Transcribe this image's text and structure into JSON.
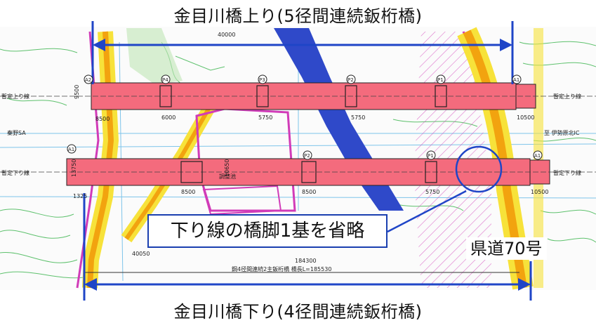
{
  "titles": {
    "top": "金目川橋上り(5径間連続鈑桁橋)",
    "bottom": "金目川橋下り(4径間連続鈑桁橋)"
  },
  "callout": {
    "text": "下り線の橋脚1基を省略"
  },
  "road_label": "県道70号",
  "drawing": {
    "upper_line_label": "暫定上り線",
    "lower_line_label": "暫定下り線",
    "sa_label": "秦野SA",
    "ic_label": "至 伊勢原北IC",
    "pond_label": "調整池",
    "span_total_top": "40000",
    "dim_top_left": "8500",
    "dim_top_a": "6000",
    "dim_top_b": "5750",
    "dim_top_c": "5750",
    "dim_top_right": "10500",
    "dim_low_a": "8500",
    "dim_low_b": "8500",
    "dim_low_c": "5750",
    "dim_low_right": "10500",
    "dim_height_top": "9500",
    "dim_height_low": "13750",
    "dim_low_left": "1325",
    "dim_mid_low": "10650",
    "bottom_dim_a": "40050",
    "bottom_dim_b": "184300",
    "bridge_note": "鋼4径間連続2主鈑桁橋 橋長L=185530",
    "pier_labels": [
      "A2",
      "P4",
      "P3",
      "P2",
      "P1",
      "A1"
    ],
    "lower_pier_labels": [
      "A1",
      "P2",
      "P1",
      "A1"
    ]
  },
  "colors": {
    "bridge": "#f46b7d",
    "river": "#2f49c9",
    "road_yellow": "#f7e23a",
    "road_orange": "#f2a30f",
    "magenta": "#d13bb8",
    "arrow": "#1f45c7",
    "green": "#3cbf57"
  }
}
